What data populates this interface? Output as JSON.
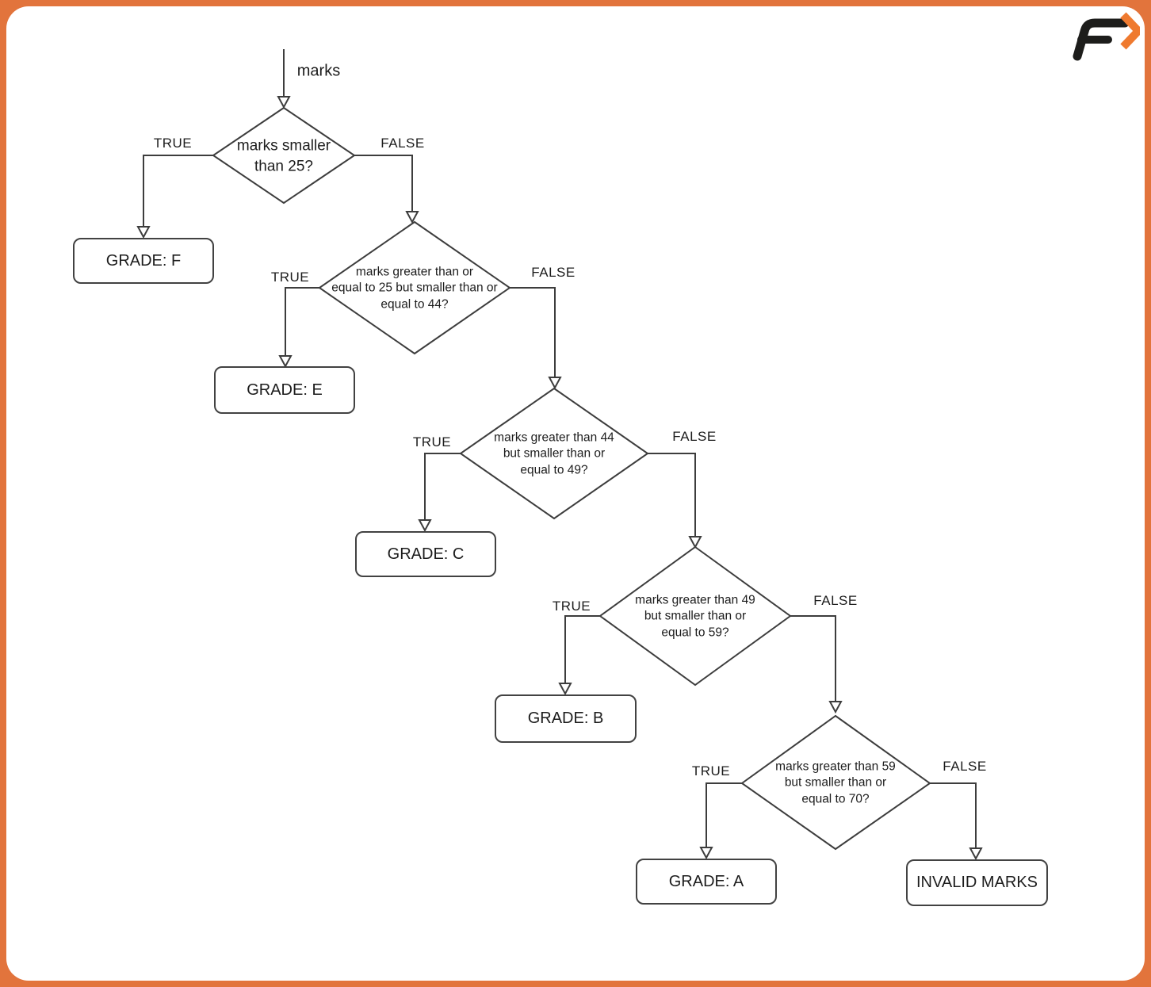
{
  "page": {
    "frame_color": "#e2743c",
    "sheet_color": "#ffffff",
    "line_color": "#3d3d3d",
    "text_color": "#1c1c1c"
  },
  "logo": {
    "name": "f-arrow-brand-logo",
    "letter": "F",
    "letter_color": "#1d1d1b",
    "chevron_color": "#ef7a2f"
  },
  "flowchart": {
    "start_label": "marks",
    "true_label": "TRUE",
    "false_label": "FALSE",
    "decisions": [
      {
        "question": "marks smaller\nthan 25?"
      },
      {
        "question": "marks greater than or\nequal to 25 but smaller than or\nequal to 44?"
      },
      {
        "question": "marks greater than 44\nbut smaller than or\nequal to 49?"
      },
      {
        "question": "marks greater than 49\nbut smaller than or\nequal to 59?"
      },
      {
        "question": "marks greater than 59\nbut smaller than or\nequal to 70?"
      }
    ],
    "terminals": [
      {
        "label": "GRADE: F"
      },
      {
        "label": "GRADE: E"
      },
      {
        "label": "GRADE: C"
      },
      {
        "label": "GRADE: B"
      },
      {
        "label": "GRADE: A"
      },
      {
        "label": "INVALID MARKS"
      }
    ]
  }
}
